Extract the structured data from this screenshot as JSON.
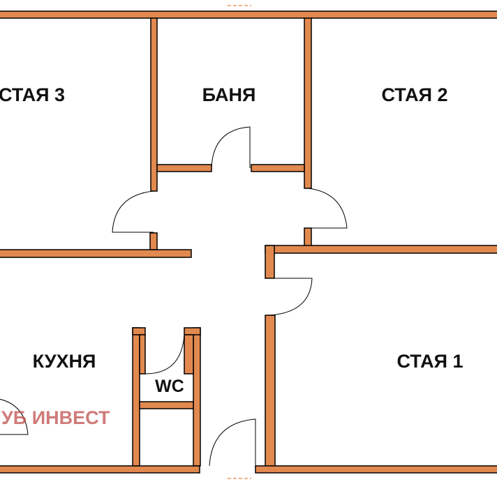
{
  "rooms": {
    "room3": "СТАЯ 3",
    "bathroom": "БАНЯ",
    "room2": "СТАЯ 2",
    "kitchen": "КУХНЯ",
    "wc": "WC",
    "room1": "СТАЯ 1"
  },
  "watermark": "УБ ИНВЕСТ",
  "colors": {
    "wall_fill": "#e2894f",
    "wall_outline": "#000000",
    "watermark": "#c0504d",
    "background": "#ffffff"
  }
}
